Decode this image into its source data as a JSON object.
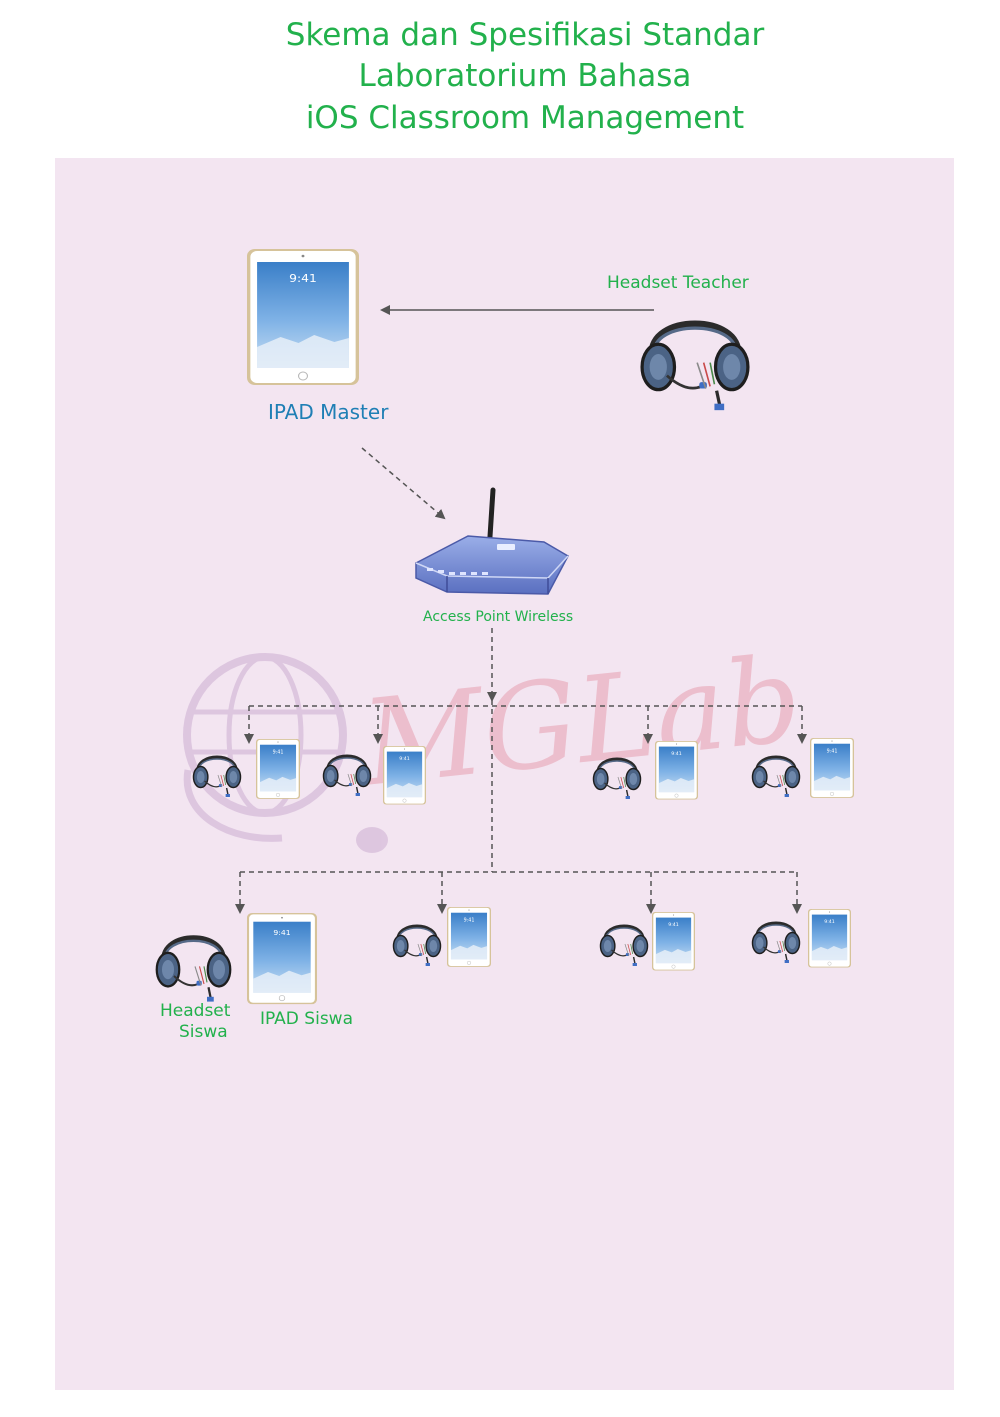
{
  "title": {
    "line1": "Skema dan Spesifikasi Standar",
    "line2": "Laboratorium Bahasa",
    "line3": "iOS Classroom Management"
  },
  "labels": {
    "ipad_master": "IPAD Master",
    "headset_teacher": "Headset Teacher",
    "access_point": "Access Point Wireless",
    "headset_siswa_line1": "Headset",
    "headset_siswa_line2": "Siswa",
    "ipad_siswa": "IPAD Siswa"
  },
  "watermark": "MGLab",
  "colors": {
    "title": "#22b14c",
    "panel": "#f3e5f1",
    "ipad_master_label": "#1f7fb5",
    "connector": "#555555",
    "watermark": "#e7a0b0"
  },
  "icons": [
    "ipad-icon",
    "headset-icon",
    "router-icon",
    "globe-icon"
  ]
}
